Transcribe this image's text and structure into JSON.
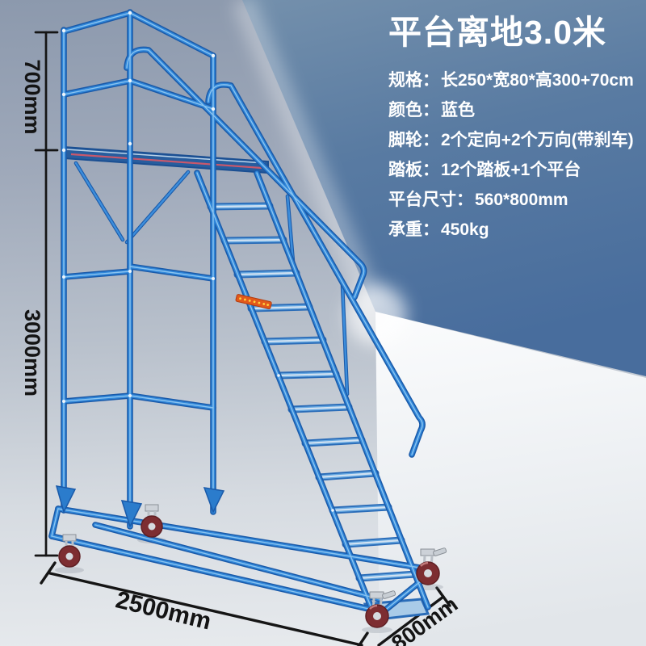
{
  "title": "平台离地3.0米",
  "specs": [
    {
      "label": "规格：",
      "value": "长250*宽80*高300+70cm"
    },
    {
      "label": "颜色：",
      "value": "蓝色"
    },
    {
      "label": "脚轮：",
      "value": "2个定向+2个万向(带刹车)"
    },
    {
      "label": "踏板：",
      "value": "12个踏板+1个平台"
    },
    {
      "label": "平台尺寸：",
      "value": "560*800mm"
    },
    {
      "label": "承重：",
      "value": "450kg"
    }
  ],
  "dimensions": {
    "upper_height": "700mm",
    "main_height": "3000mm",
    "length": "2500mm",
    "depth": "800mm"
  },
  "colors": {
    "ladder_blue": "#3187d9",
    "background_blue_top": "#7490ac",
    "background_blue_bottom": "#486d9d",
    "backdrop_light": "#e8ebee",
    "dimension_line": "#151515",
    "text": "#ffffff",
    "wheel_red": "#7d2d31",
    "warning_sticker_orange": "#e2591b"
  }
}
